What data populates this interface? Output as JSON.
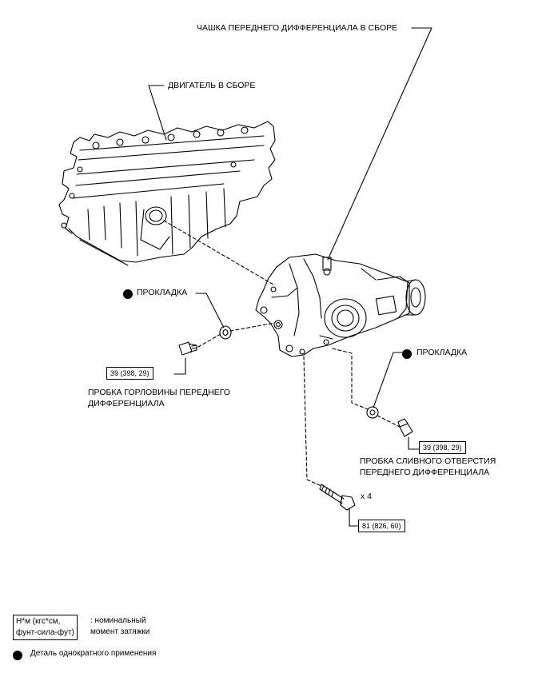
{
  "labels": {
    "cup_assembly": "ЧАШКА ПЕРЕДНЕГО ДИФФЕРЕНЦИАЛА В СБОРЕ",
    "engine_assembly": "ДВИГАТЕЛЬ В СБОРЕ",
    "gasket_upper": "ПРОКЛАДКА",
    "gasket_right": "ПРОКЛАДКА",
    "filler_plug_line1": "ПРОБКА ГОРЛОВИНЫ ПЕРЕДНЕГО",
    "filler_plug_line2": "ДИФФЕРЕНЦИАЛА",
    "drain_plug_line1": "ПРОБКА СЛИВНОГО ОТВЕРСТИЯ",
    "drain_plug_line2": "ПЕРЕДНЕГО ДИФФЕРЕНЦИАЛА",
    "bolt_qty": "x 4"
  },
  "torques": {
    "filler_plug": "39 (398, 29)",
    "drain_plug": "39 (398, 29)",
    "bolt": "81 (826, 60)"
  },
  "legend": {
    "unit_line1": "Н*м (кгс*см,",
    "unit_line2": "фунт-сила-фут)",
    "desc_line1": ": номинальный",
    "desc_line2": "момент затяжки",
    "single_use": "Деталь однократного применения"
  },
  "icons": {
    "single_use_marker": "filled-circle-icon"
  }
}
